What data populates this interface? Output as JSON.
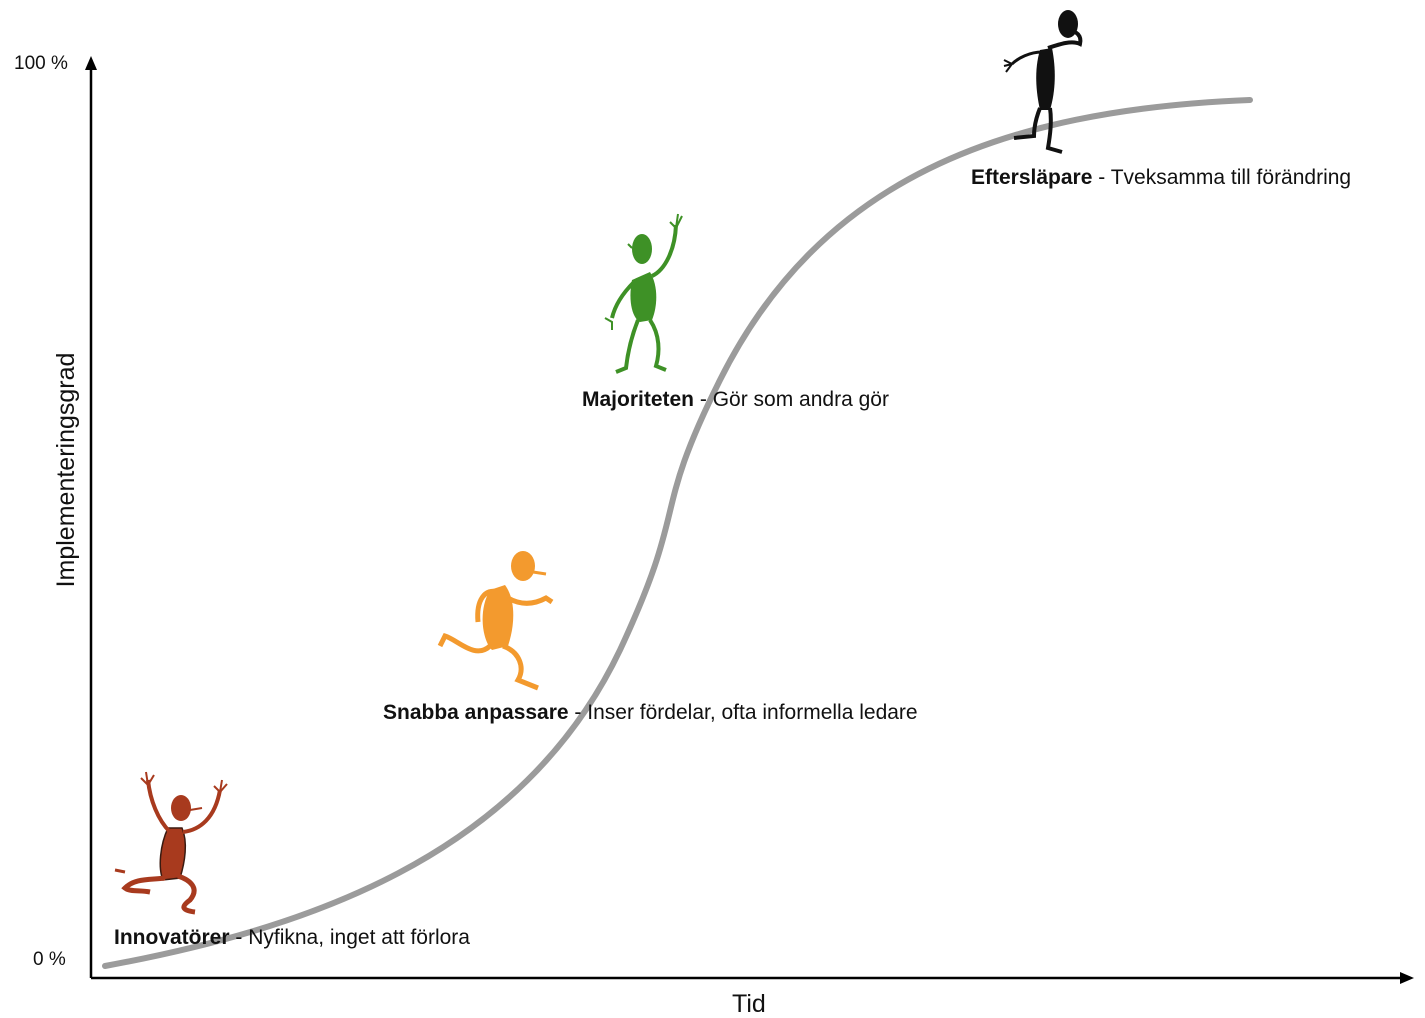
{
  "axes": {
    "y_top_tick": "100 %",
    "y_bottom_tick": "0 %",
    "y_title": "Implementeringsgrad",
    "x_title": "Tid"
  },
  "groups": [
    {
      "id": "innovatorer",
      "name": "Innovatörer",
      "separator": " - ",
      "description": "Nyfikna, inget att förlora",
      "color": "#a83a1e",
      "icon": "jumping-person-icon"
    },
    {
      "id": "snabba",
      "name": "Snabba anpassare",
      "separator": " - ",
      "description": "Inser fördelar, ofta informella ledare",
      "color": "#f39a2e",
      "icon": "running-person-icon"
    },
    {
      "id": "majoriteten",
      "name": "Majoriteten",
      "separator": " - ",
      "description": "Gör som andra gör",
      "color": "#3e9126",
      "icon": "waving-person-icon"
    },
    {
      "id": "eftersläpare",
      "name": "Eftersläpare",
      "separator": " - ",
      "description": "Tveksamma till förändring",
      "color": "#111111",
      "icon": "hesitant-person-icon"
    }
  ],
  "colors": {
    "curve": "#9b9b9b",
    "axis": "#000000"
  }
}
